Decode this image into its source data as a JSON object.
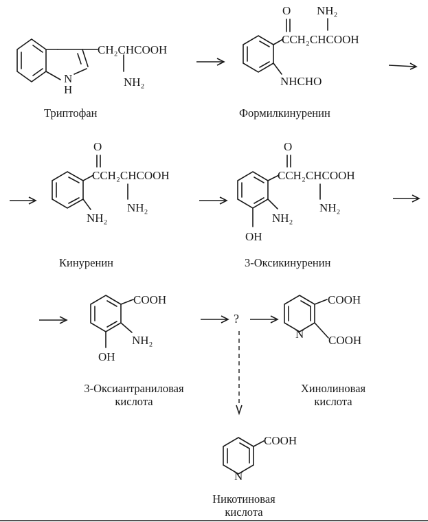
{
  "compounds": {
    "tryptophan": {
      "name": "Триптофан",
      "side_chain": "CH₂CHCOOH",
      "amino": "NH₂",
      "ring_n": "N",
      "ring_h": "H"
    },
    "formylkynurenine": {
      "name": "Формилкинуренин",
      "keto": "O",
      "amino_top": "NH₂",
      "side_chain": "CCH₂CHCOOH",
      "substituent": "NHCHO"
    },
    "kynurenine": {
      "name": "Кинуренин",
      "keto": "O",
      "side_chain": "CCH₂CHCOOH",
      "amino_chain": "NH₂",
      "amino_ring": "NH₂"
    },
    "hydroxykynurenine": {
      "name": "3-Оксикинуренин",
      "keto": "O",
      "side_chain": "CCH₂CHCOOH",
      "amino_ring": "NH₂",
      "amino_chain": "NH₂",
      "hydroxyl": "OH"
    },
    "hydroxyanthranilic": {
      "name_line1": "3-Оксиантраниловая",
      "name_line2": "кислота",
      "carboxyl": "COOH",
      "amino": "NH₂",
      "hydroxyl": "OH"
    },
    "quinolinic": {
      "name_line1": "Хинолиновая",
      "name_line2": "кислота",
      "carboxyl1": "COOH",
      "carboxyl2": "COOH",
      "ring_n": "N"
    },
    "nicotinic": {
      "name_line1": "Никотиновая",
      "name_line2": "кислота",
      "carboxyl": "COOH",
      "ring_n": "N"
    }
  },
  "unknown_intermediate": "?"
}
